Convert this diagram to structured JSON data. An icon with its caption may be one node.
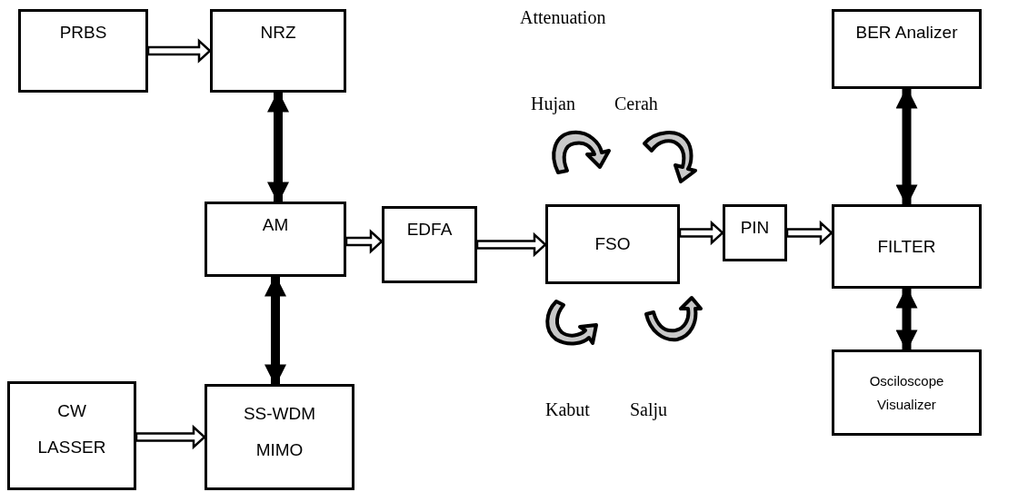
{
  "diagram": {
    "nodes": [
      {
        "text": [
          "PRBS"
        ]
      },
      {
        "text": [
          "NRZ"
        ]
      },
      {
        "text": [
          "AM"
        ]
      },
      {
        "text": [
          "EDFA"
        ]
      },
      {
        "text": [
          "FSO"
        ]
      },
      {
        "text": [
          "PIN"
        ]
      },
      {
        "text": [
          "FILTER"
        ]
      },
      {
        "text": [
          "BER Analizer"
        ]
      },
      {
        "text": [
          "Osciloscope Visualizer"
        ]
      },
      {
        "text": [
          "CW LASSER"
        ]
      },
      {
        "text": [
          "SS-WDM MIMO"
        ]
      }
    ],
    "edges": [
      {
        "from": 0,
        "to": 1,
        "arrow": "to"
      },
      {
        "from": 1,
        "to": 2,
        "arrow": "both"
      },
      {
        "from": 2,
        "to": 10,
        "arrow": "both"
      },
      {
        "from": 9,
        "to": 10,
        "arrow": "to"
      },
      {
        "from": 2,
        "to": 3,
        "arrow": "to"
      },
      {
        "from": 3,
        "to": 4,
        "arrow": "to"
      },
      {
        "from": 4,
        "to": 5,
        "arrow": "to"
      },
      {
        "from": 5,
        "to": 6,
        "arrow": "to"
      },
      {
        "from": 6,
        "to": 7,
        "arrow": "both"
      },
      {
        "from": 6,
        "to": 8,
        "arrow": "both"
      }
    ],
    "labels": [
      "Attenuation",
      "Hujan",
      "Cerah",
      "Kabut",
      "Salju"
    ]
  }
}
